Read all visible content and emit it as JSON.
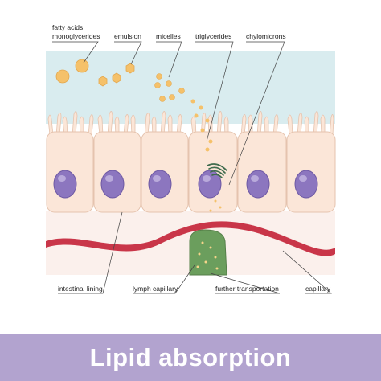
{
  "title": "Lipid absorption",
  "labels": {
    "fatty_acids_line1": "fatty acids,",
    "fatty_acids_line2": "monoglycerides",
    "emulsion": "emulsion",
    "micelles": "micelles",
    "triglycerides": "triglycerides",
    "chylomicrons": "chylomicrons",
    "intestinal_lining": "intestinal lining",
    "lymph_capillary": "lymph capillary",
    "further_transportation": "further transportation",
    "capillary": "capillary"
  },
  "colors": {
    "lumen": "#d9ecef",
    "cell_fill": "#fbe6d8",
    "cell_outline": "#e5c3ae",
    "nucleus": "#8c76bf",
    "droplet": "#f5c16a",
    "blood_capillary": "#c93649",
    "lymph_capillary": "#6b9e5d",
    "title_bar": "#b2a3cf"
  }
}
